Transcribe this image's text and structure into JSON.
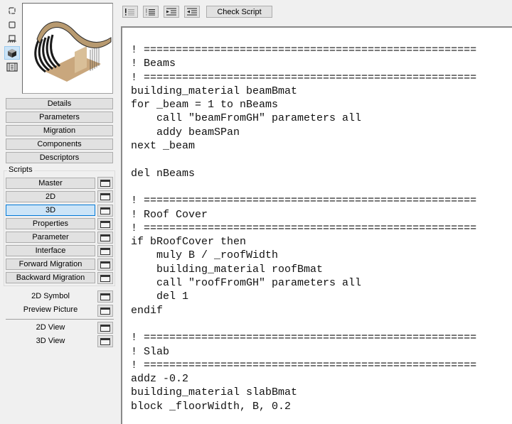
{
  "view_icons": [
    {
      "name": "floor-plan-view-icon",
      "active": false
    },
    {
      "name": "square-view-icon",
      "active": false
    },
    {
      "name": "elevation-view-icon",
      "active": false
    },
    {
      "name": "3d-cube-view-icon",
      "active": true
    },
    {
      "name": "film-strip-view-icon",
      "active": false
    }
  ],
  "preview": {
    "subject": "Curved wooden roof pavilion 3D preview"
  },
  "side_buttons": [
    "Details",
    "Parameters",
    "Migration",
    "Components",
    "Descriptors"
  ],
  "scripts": {
    "group_label": "Scripts",
    "items": [
      "Master",
      "2D",
      "3D",
      "Properties",
      "Parameter",
      "Interface",
      "Forward Migration",
      "Backward Migration"
    ],
    "active": "3D"
  },
  "extras": [
    "2D Symbol",
    "Preview Picture"
  ],
  "views": [
    "2D View",
    "3D View"
  ],
  "toolbar": {
    "icons": [
      "comment-lines-icon",
      "uncomment-lines-icon",
      "indent-icon",
      "outdent-icon"
    ],
    "check_script": "Check Script"
  },
  "editor": {
    "lines": [
      "! ====================================================",
      "! Beams",
      "! ====================================================",
      "building_material beamBmat",
      "for _beam = 1 to nBeams",
      "    call \"beamFromGH\" parameters all",
      "    addy beamSPan",
      "next _beam",
      "",
      "del nBeams",
      "",
      "! ====================================================",
      "! Roof Cover",
      "! ====================================================",
      "if bRoofCover then",
      "    muly B / _roofWidth",
      "    building_material roofBmat",
      "    call \"roofFromGH\" parameters all",
      "    del 1",
      "endif",
      "",
      "! ====================================================",
      "! Slab",
      "! ====================================================",
      "addz -0.2",
      "building_material slabBmat",
      "block _floorWidth, B, 0.2"
    ]
  }
}
